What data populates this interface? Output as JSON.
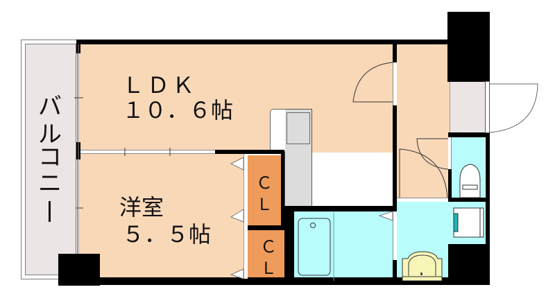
{
  "floorplan": {
    "rooms": {
      "ldk": {
        "name": "ＬＤＫ",
        "size": "１０．６帖",
        "color": "#f9d8b8"
      },
      "western_room": {
        "name": "洋室",
        "size": "５．５帖",
        "color": "#f9d8b8"
      },
      "balcony": {
        "name": "バルコニー",
        "chars": [
          "バ",
          "ル",
          "コ",
          "ニ",
          "ー"
        ],
        "color": "#ebe5e5"
      },
      "closet_1": {
        "line1": "Ｃ",
        "line2": "Ｌ",
        "color": "#ee9b5c"
      },
      "closet_2": {
        "line1": "Ｃ",
        "line2": "Ｌ",
        "color": "#ee9b5c"
      },
      "entrance_hall": {
        "color": "#f9d8b8"
      },
      "genkan": {
        "color": "#ebe5e5"
      },
      "toilet": {
        "color": "#b8fcfc"
      },
      "bathroom": {
        "color": "#b8fcfc"
      },
      "washroom": {
        "color": "#b8fcfc"
      }
    },
    "fixtures": {
      "kitchen": {
        "color": "#dcdcdc"
      },
      "washbasin": {
        "color": "#f7f5b8"
      },
      "washing_machine": {
        "accent": "#1eb4b4"
      }
    },
    "colors": {
      "wall": "#000000",
      "background": "#ffffff",
      "outline": "#7a7a7a"
    }
  }
}
